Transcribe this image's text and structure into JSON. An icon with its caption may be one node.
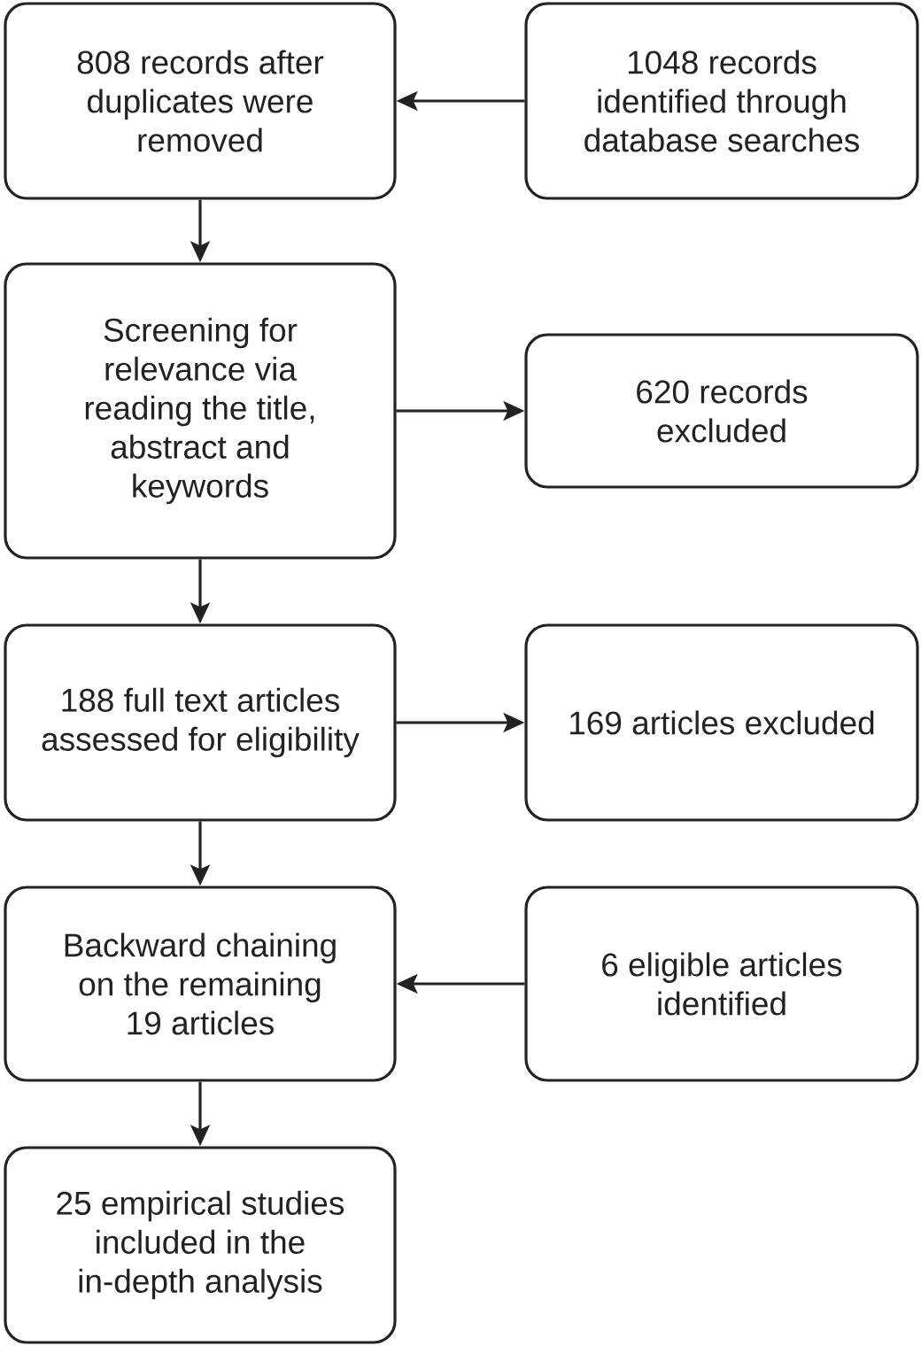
{
  "diagram": {
    "nodes": [
      {
        "text": [
          "808 records after duplicates were removed"
        ]
      },
      {
        "text": [
          "1048 records identified through database searches"
        ]
      },
      {
        "text": [
          "Screening for relevance via reading the title, abstract and keywords"
        ]
      },
      {
        "text": [
          "620 records excluded"
        ]
      },
      {
        "text": [
          "188 full text articles assessed for eligibility"
        ]
      },
      {
        "text": [
          "169 articles excluded"
        ]
      },
      {
        "text": [
          "Backward chaining on the remaining 19 articles"
        ]
      },
      {
        "text": [
          "6 eligible articles identified"
        ]
      },
      {
        "text": [
          "25 empirical studies included in the in-depth analysis"
        ]
      }
    ],
    "edges": [
      {
        "from": 1,
        "to": 0,
        "arrow": "to"
      },
      {
        "from": 0,
        "to": 2,
        "arrow": "to"
      },
      {
        "from": 2,
        "to": 3,
        "arrow": "to"
      },
      {
        "from": 2,
        "to": 4,
        "arrow": "to"
      },
      {
        "from": 4,
        "to": 5,
        "arrow": "to"
      },
      {
        "from": 4,
        "to": 6,
        "arrow": "to"
      },
      {
        "from": 7,
        "to": 6,
        "arrow": "to"
      },
      {
        "from": 6,
        "to": 8,
        "arrow": "to"
      }
    ]
  }
}
